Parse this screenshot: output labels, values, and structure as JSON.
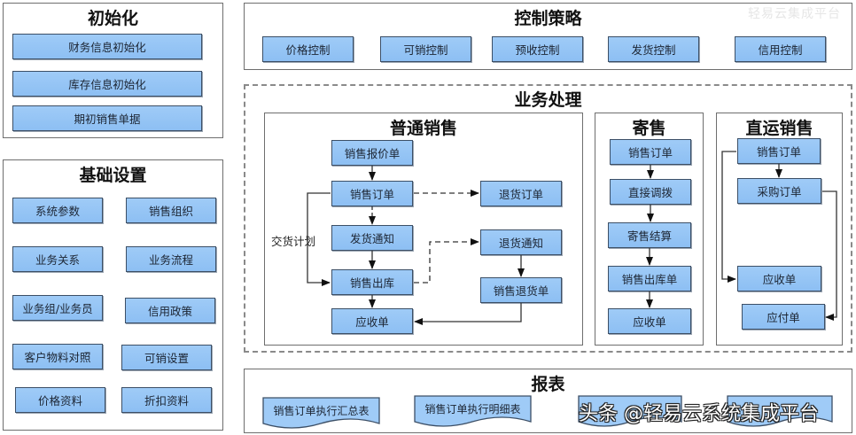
{
  "watermark_top": "轻易云集成平台",
  "watermark_bottom": "头条 @轻易云系统集成平台",
  "colors": {
    "box_fill": "#9fcbf7",
    "box_border": "#3c4f66",
    "panel_border": "#6e6e6e"
  },
  "init": {
    "title": "初始化",
    "items": [
      "财务信息初始化",
      "库存信息初始化",
      "期初销售单据"
    ]
  },
  "basic": {
    "title": "基础设置",
    "items": [
      "系统参数",
      "销售组织",
      "业务关系",
      "业务流程",
      "业务组/业务员",
      "信用政策",
      "客户物料对照",
      "可销设置",
      "价格资料",
      "折扣资料"
    ]
  },
  "control": {
    "title": "控制策略",
    "items": [
      "价格控制",
      "可销控制",
      "预收控制",
      "发货控制",
      "信用控制"
    ]
  },
  "business": {
    "title": "业务处理",
    "normal": {
      "title": "普通销售",
      "quote": "销售报价单",
      "order": "销售订单",
      "delivery_notice": "发货通知",
      "outbound": "销售出库",
      "receivable": "应收单",
      "return_order": "退货订单",
      "return_notice": "退货通知",
      "sales_return": "销售退货单",
      "delivery_plan_label": "交货计划"
    },
    "consign": {
      "title": "寄售",
      "items": [
        "销售订单",
        "直接调拨",
        "寄售结算",
        "销售出库单",
        "应收单"
      ]
    },
    "direct": {
      "title": "直运销售",
      "order": "销售订单",
      "purchase_order": "采购订单",
      "receivable": "应收单",
      "payable": "应付单"
    }
  },
  "reports": {
    "title": "报表",
    "items": [
      "销售订单执行汇总表",
      "销售订单执行明细表",
      "",
      ""
    ]
  }
}
